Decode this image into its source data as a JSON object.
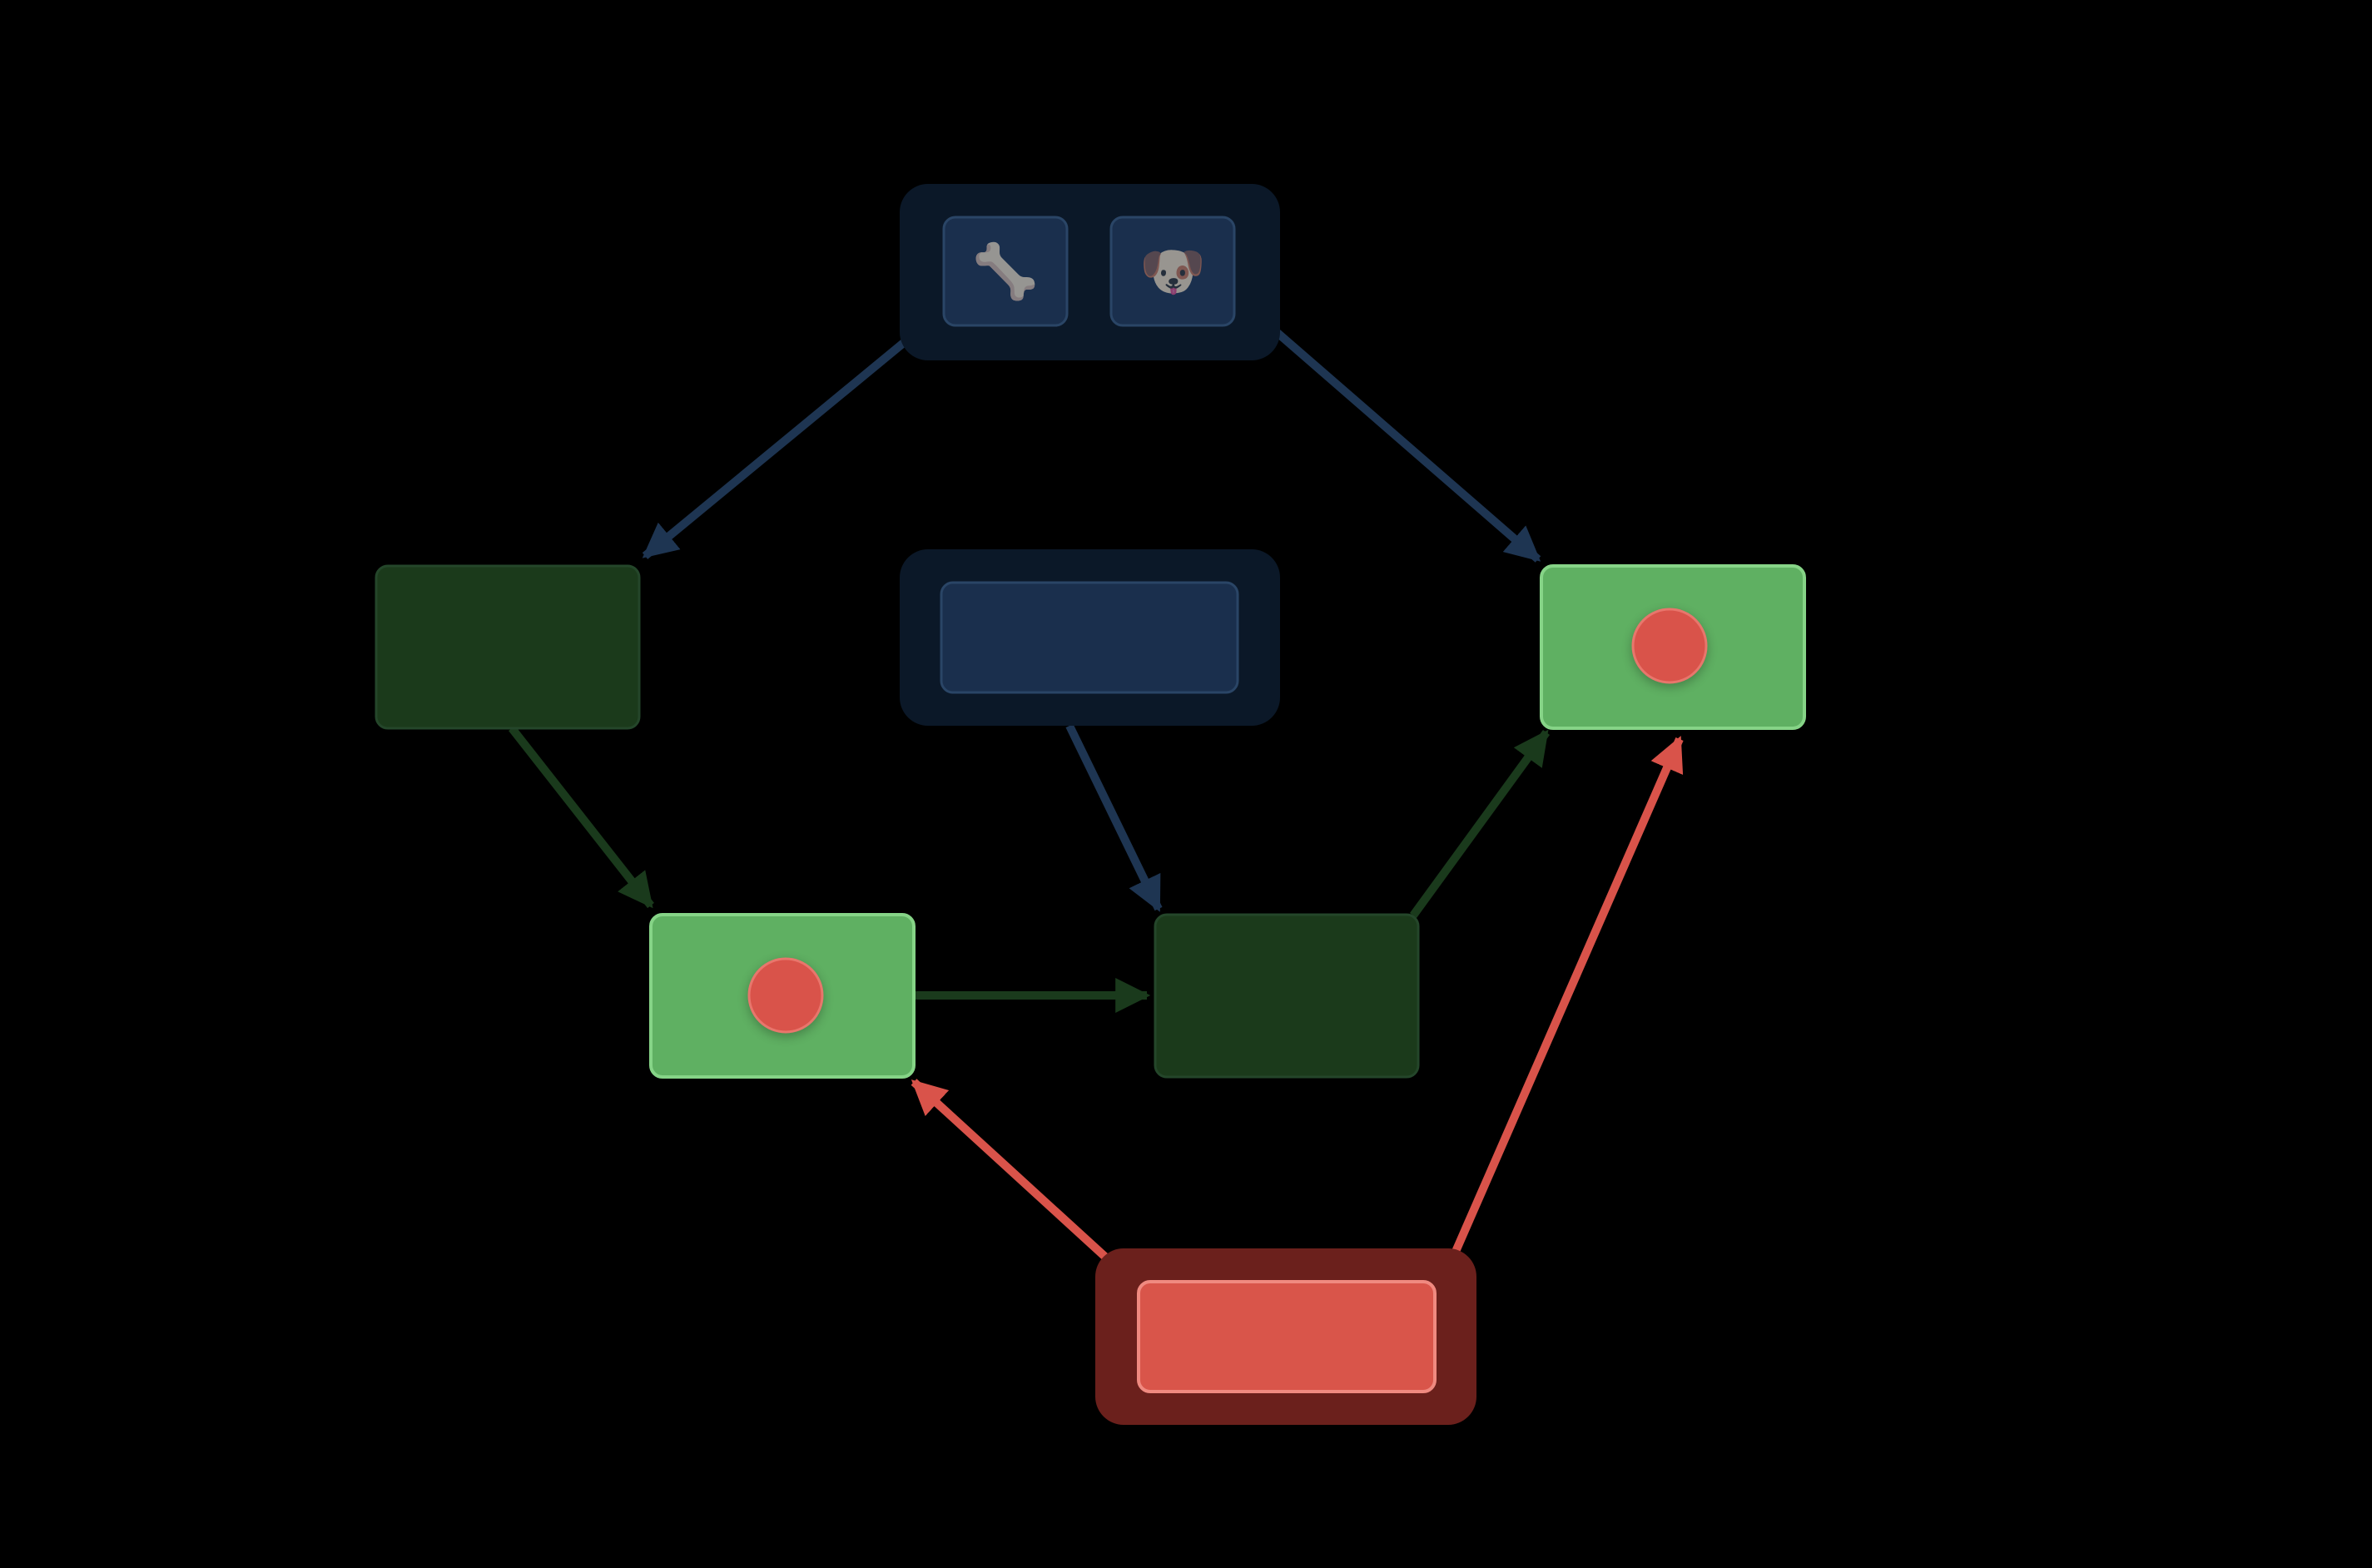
{
  "diagram": {
    "background": "#000000",
    "colors": {
      "blue_edge": "#1e3552",
      "dark_green_edge": "#1a3a1c",
      "red_edge": "#d9534a",
      "green_fill": "#5fb062",
      "green_stroke": "#86d487",
      "dark_green_fill": "#1b3a1b",
      "dark_green_stroke": "#24462a",
      "red_dot": "#d9534a",
      "blue_panel": "#0b1828",
      "blue_inner": "#1a2f4d",
      "blue_inner_stroke": "#2a4566",
      "red_panel": "#6b201c",
      "red_inner": "#d9554a",
      "red_inner_stroke": "#f08a80"
    },
    "top_panel": {
      "buttons": [
        {
          "name": "bone-icon",
          "glyph": "🦴"
        },
        {
          "name": "dog-icon",
          "glyph": "🐶"
        }
      ]
    },
    "nodes": [
      {
        "id": "left",
        "state": "inactive"
      },
      {
        "id": "right",
        "state": "active",
        "marker": true
      },
      {
        "id": "bottom-left",
        "state": "active",
        "marker": true
      },
      {
        "id": "bottom-right",
        "state": "inactive"
      },
      {
        "id": "center-panel",
        "state": "blue"
      },
      {
        "id": "red-panel",
        "state": "red"
      }
    ],
    "edges": [
      {
        "from": "top-panel",
        "to": "left",
        "color": "blue"
      },
      {
        "from": "top-panel",
        "to": "right",
        "color": "blue"
      },
      {
        "from": "left",
        "to": "bottom-left",
        "color": "dark-green"
      },
      {
        "from": "center-panel",
        "to": "bottom-right",
        "color": "blue"
      },
      {
        "from": "bottom-left",
        "to": "bottom-right",
        "color": "dark-green"
      },
      {
        "from": "bottom-right",
        "to": "right",
        "color": "dark-green"
      },
      {
        "from": "red-panel",
        "to": "bottom-left",
        "color": "red"
      },
      {
        "from": "red-panel",
        "to": "right",
        "color": "red"
      }
    ]
  }
}
